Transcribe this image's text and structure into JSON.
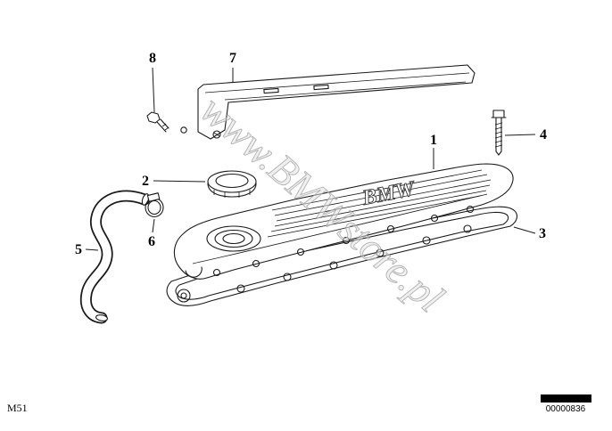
{
  "watermark": "www.BMWstore.pl",
  "cover_lettering": "BMW",
  "callouts": {
    "c1": "1",
    "c2": "2",
    "c3": "3",
    "c4": "4",
    "c5": "5",
    "c6": "6",
    "c7": "7",
    "c8": "8"
  },
  "footer": {
    "model_code": "M51",
    "image_number": "00000836"
  }
}
